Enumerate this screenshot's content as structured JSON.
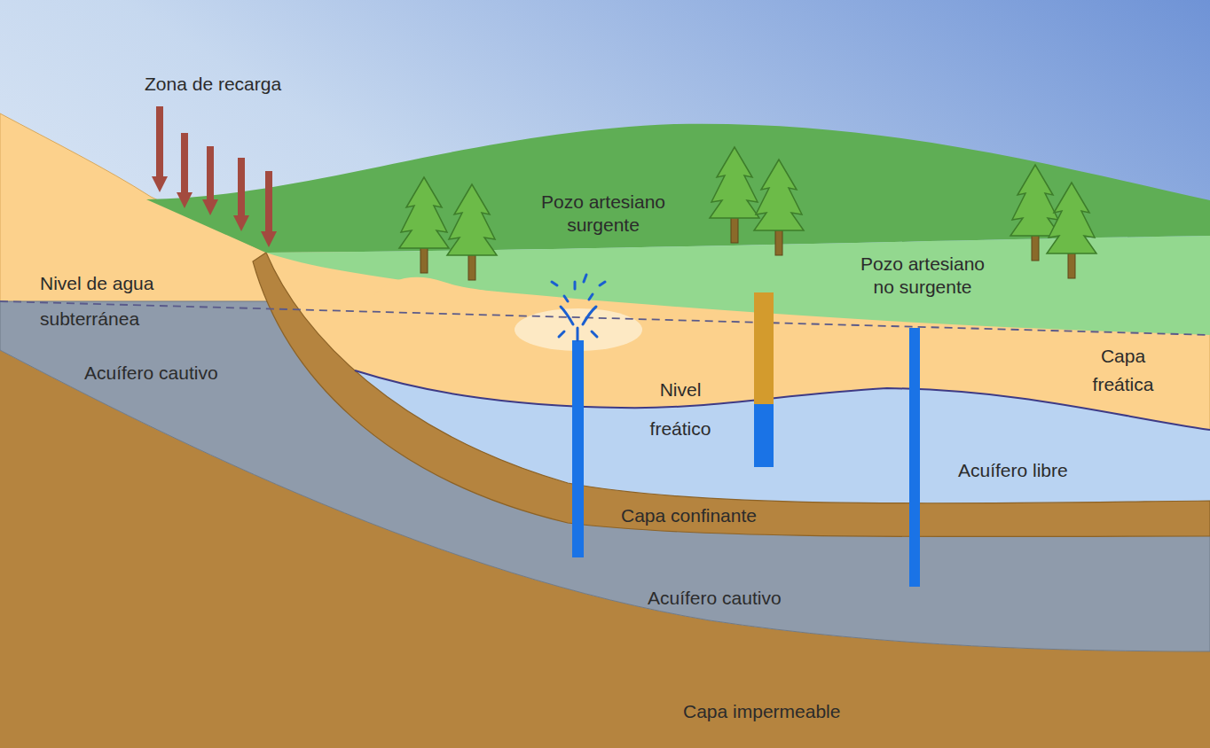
{
  "diagram": {
    "labels": [
      "Zona de recarga",
      "Pozo artesiano surgente",
      "Pozo artesiano no surgente",
      "Nivel de agua subterránea",
      "Acuífero cautivo",
      "Nivel freático",
      "Capa freática",
      "Acuífero libre",
      "Capa confinante",
      "Acuífero cautivo",
      "Capa impermeable"
    ]
  }
}
